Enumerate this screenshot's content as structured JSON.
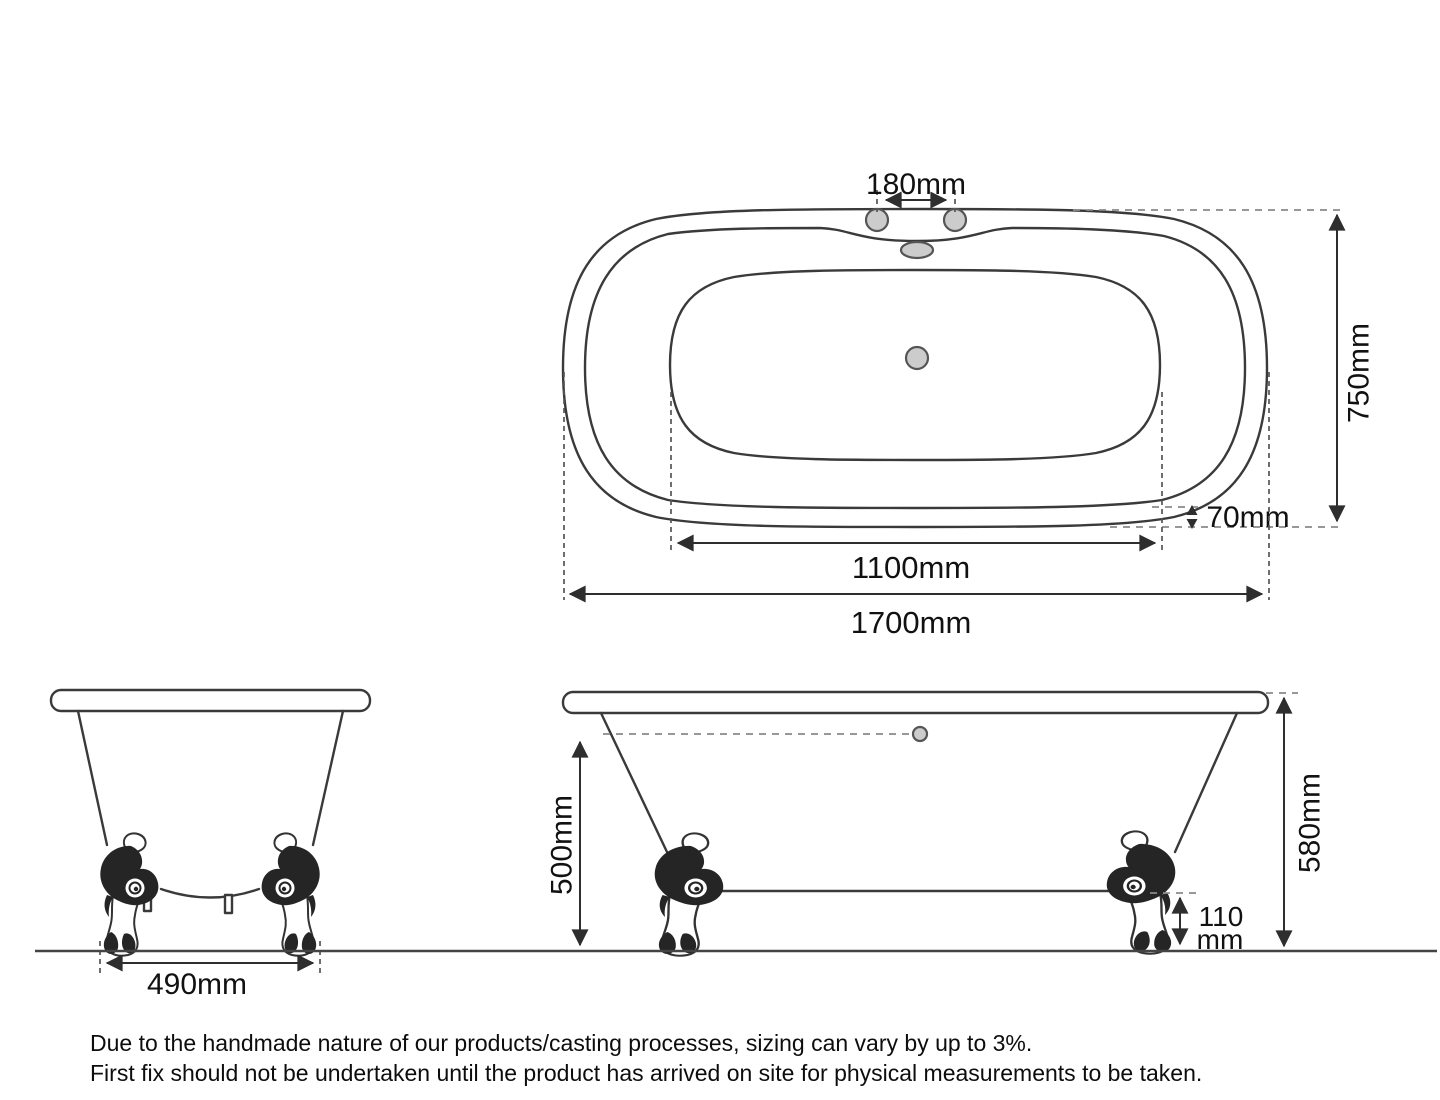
{
  "diagram": {
    "kind": "bath-dimension-drawing",
    "labels": {
      "top_view": {
        "tap_hole_centres": "180mm",
        "overall_width": "750mm",
        "rim_overhang": "70mm",
        "inner_length": "1100mm",
        "overall_length": "1700mm"
      },
      "end_view": {
        "feet_spread": "490mm"
      },
      "side_view": {
        "depth_to_overflow": "500mm",
        "overall_height": "580mm",
        "under_bath_clearance_line1": "110",
        "under_bath_clearance_line2": "mm"
      }
    },
    "notes": {
      "line1": "Due to the handmade nature of our products/casting processes, sizing can vary by up to 3%.",
      "line2": "First fix should not be undertaken until the product has arrived on site for physical measurements to be taken."
    },
    "colors": {
      "line": "#3a3a3a",
      "dimension": "#2e2e2e",
      "dashed": "#8a8a8a",
      "text": "#111111",
      "hole_fill": "#cccccc",
      "background": "#ffffff"
    }
  }
}
